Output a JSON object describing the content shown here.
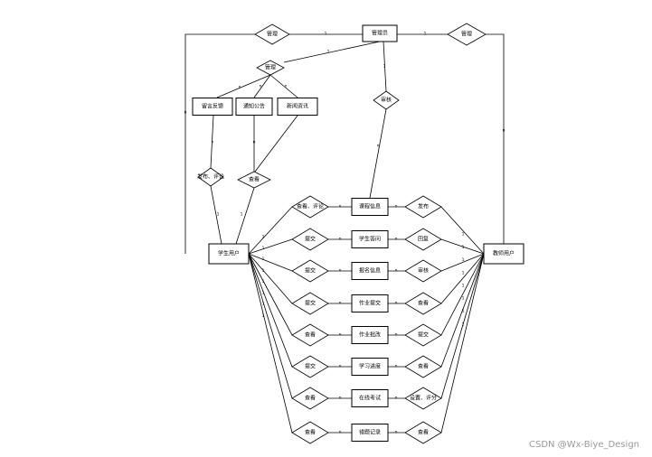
{
  "diagram": {
    "entities": [
      {
        "id": "admin",
        "label": "管理员"
      },
      {
        "id": "feedback",
        "label": "留言反馈"
      },
      {
        "id": "notice",
        "label": "通知公告"
      },
      {
        "id": "news",
        "label": "新闻资讯"
      },
      {
        "id": "student",
        "label": "学生用户"
      },
      {
        "id": "teacher",
        "label": "教师用户"
      },
      {
        "id": "course",
        "label": "课程信息"
      },
      {
        "id": "question",
        "label": "学生答问"
      },
      {
        "id": "signup",
        "label": "报名信息"
      },
      {
        "id": "homework_submit",
        "label": "作业提交"
      },
      {
        "id": "homework_review",
        "label": "作业批改"
      },
      {
        "id": "progress",
        "label": "学习进度"
      },
      {
        "id": "exam",
        "label": "在线考试"
      },
      {
        "id": "wrongbook",
        "label": "错题记录"
      }
    ],
    "relations": [
      {
        "id": "r_admin_student",
        "label": "管理"
      },
      {
        "id": "r_admin_teacher",
        "label": "管理"
      },
      {
        "id": "r_admin_info",
        "label": "管理"
      },
      {
        "id": "r_review",
        "label": "审核"
      },
      {
        "id": "r_comment",
        "label": "发布、评论"
      },
      {
        "id": "r_view_news",
        "label": "查看"
      },
      {
        "id": "s_course",
        "label": "查看、评论"
      },
      {
        "id": "s_question",
        "label": "提交"
      },
      {
        "id": "s_signup",
        "label": "提交"
      },
      {
        "id": "s_hwsubmit",
        "label": "提交"
      },
      {
        "id": "s_hwreview",
        "label": "查看"
      },
      {
        "id": "s_progress",
        "label": "提交"
      },
      {
        "id": "s_exam",
        "label": "查看"
      },
      {
        "id": "s_wrong",
        "label": "查看"
      },
      {
        "id": "t_course",
        "label": "发布"
      },
      {
        "id": "t_question",
        "label": "回复"
      },
      {
        "id": "t_signup",
        "label": "审核"
      },
      {
        "id": "t_hwsubmit",
        "label": "查看"
      },
      {
        "id": "t_hwreview",
        "label": "提交"
      },
      {
        "id": "t_progress",
        "label": "查看"
      },
      {
        "id": "t_exam",
        "label": "设置、评分"
      },
      {
        "id": "t_wrong",
        "label": "查看"
      }
    ],
    "edge_cardinalities": {
      "one": "1",
      "many": "n"
    }
  },
  "watermark": "CSDN @Wx-Biye_Design"
}
